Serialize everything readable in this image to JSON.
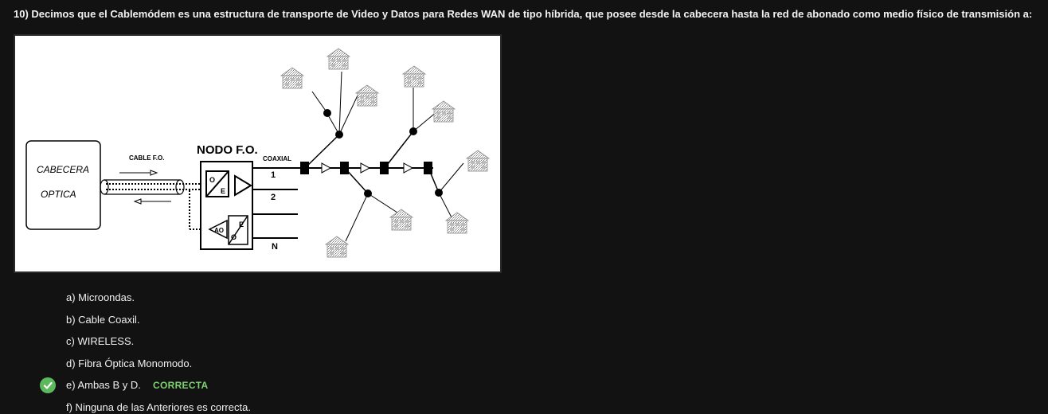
{
  "question": {
    "text": "10) Decimos que el Cablemódem es una estructura de transporte de Video y Datos para Redes WAN de tipo híbrida, que posee desde la cabecera hasta la red de abonado como medio físico de transmisión a:"
  },
  "figure": {
    "labels": {
      "cabecera": "CABECERA",
      "optica": "OPTICA",
      "cable_fo": "CABLE F.O.",
      "nodo_fo": "NODO F.O.",
      "coaxial": "COAXIAL",
      "port_1": "1",
      "port_2": "2",
      "port_n": "N",
      "oe_o": "O",
      "oe_e": "E",
      "eo_e": "E",
      "eo_o": "O",
      "ao": "AO"
    }
  },
  "options": [
    {
      "label": "a) Microondas.",
      "correct": false
    },
    {
      "label": "b) Cable Coaxil.",
      "correct": false
    },
    {
      "label": "c) WIRELESS.",
      "correct": false
    },
    {
      "label": "d) Fibra Óptica Monomodo.",
      "correct": false
    },
    {
      "label": "e) Ambas B y D.",
      "correct": true
    },
    {
      "label": "f) Ninguna de las Anteriores es correcta.",
      "correct": false
    }
  ],
  "result": {
    "correct_label": "CORRECTA"
  },
  "colors": {
    "background": "#121212",
    "success": "#5cb85c",
    "success_text": "#7ed36f"
  },
  "icons": {
    "correct": "check-circle-icon"
  }
}
